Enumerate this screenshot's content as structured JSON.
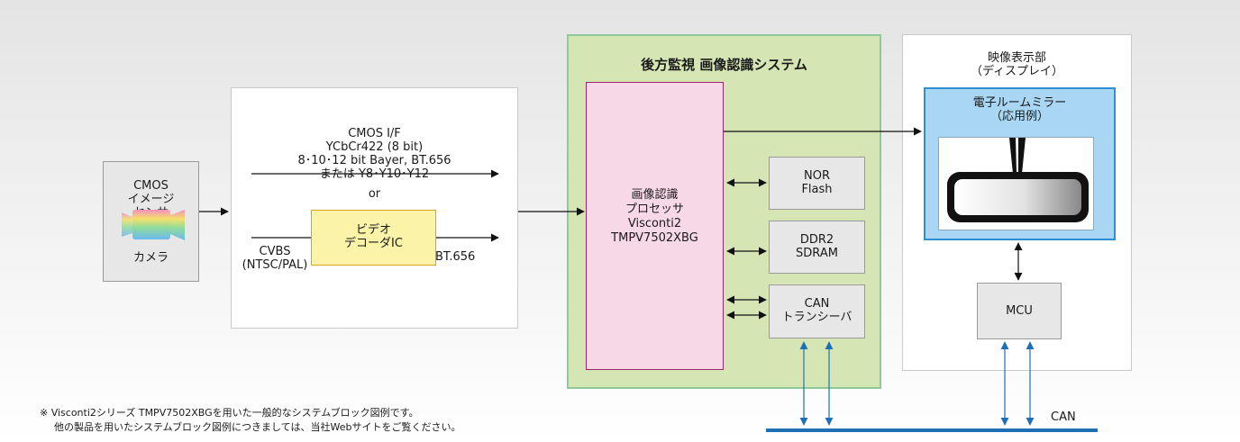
{
  "camera_block": {
    "lines": [
      "CMOS",
      "イメージ",
      "センサ"
    ],
    "caption": "カメラ"
  },
  "interface_block": {
    "cmos_lines": [
      "CMOS I/F",
      "YCbCr422 (8 bit)",
      "8･10･12 bit Bayer, BT.656",
      "または Y8･Y10･Y12"
    ],
    "or": "or",
    "decoder_lines": [
      "ビデオ",
      "デコーダIC"
    ],
    "cvbs_lines": [
      "CVBS",
      "(NTSC/PAL)"
    ],
    "bt656": "BT.656"
  },
  "system_block": {
    "title": "後方監視 画像認識システム",
    "processor_lines": [
      "画像認識",
      "プロセッサ",
      "Visconti2",
      "TMPV7502XBG"
    ],
    "nor_lines": [
      "NOR",
      "Flash"
    ],
    "ddr_lines": [
      "DDR2",
      "SDRAM"
    ],
    "can_lines": [
      "CAN",
      "トランシーバ"
    ]
  },
  "display_block": {
    "title_lines": [
      "映像表示部",
      "（ディスプレイ）"
    ],
    "mirror_lines": [
      "電子ルームミラー",
      "（応用例）"
    ],
    "mcu": "MCU"
  },
  "can_bus_label": "CAN",
  "footnote_lines": [
    "※ Visconti2シリーズ TMPV7502XBGを用いた一般的なシステムブロック図例です。",
    "他の製品を用いたシステムブロック図例につきましては、当社Webサイトをご覧ください。"
  ],
  "colors": {
    "system_bg": "#d5e6b4",
    "system_border": "#8fc99a",
    "processor_bg": "#f7d8e6",
    "processor_border": "#a0266e",
    "decoder_bg": "#fbf3a8",
    "decoder_border": "#e0a030",
    "mirror_bg": "#a9d6f3",
    "mirror_border": "#2b8fd0",
    "can_bus": "#1e6fb3"
  }
}
